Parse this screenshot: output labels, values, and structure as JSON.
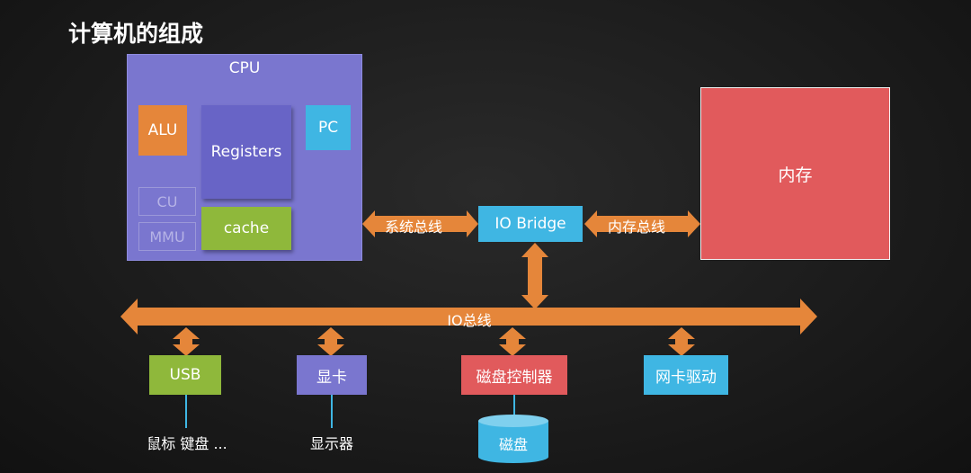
{
  "title": "计算机的组成",
  "cpu": {
    "label": "CPU",
    "alu": "ALU",
    "registers": "Registers",
    "pc": "PC",
    "cu": "CU",
    "mmu": "MMU",
    "cache": "cache"
  },
  "memory": {
    "label": "内存"
  },
  "io_bridge": {
    "label": "IO Bridge"
  },
  "buses": {
    "system_bus": "系统总线",
    "memory_bus": "内存总线",
    "io_bus": "IO总线"
  },
  "devices": {
    "usb": "USB",
    "usb_note": "鼠标 键盘 ...",
    "gpu": "显卡",
    "gpu_note": "显示器",
    "disk_controller": "磁盘控制器",
    "disk": "磁盘",
    "nic": "网卡驱动"
  },
  "colors": {
    "arrow": "#e5863a",
    "cpu": "#7a76cf",
    "memory": "#e15a5c",
    "io_bridge": "#3fb6e3",
    "usb": "#8fb83b",
    "connector": "#3fb6e3"
  }
}
